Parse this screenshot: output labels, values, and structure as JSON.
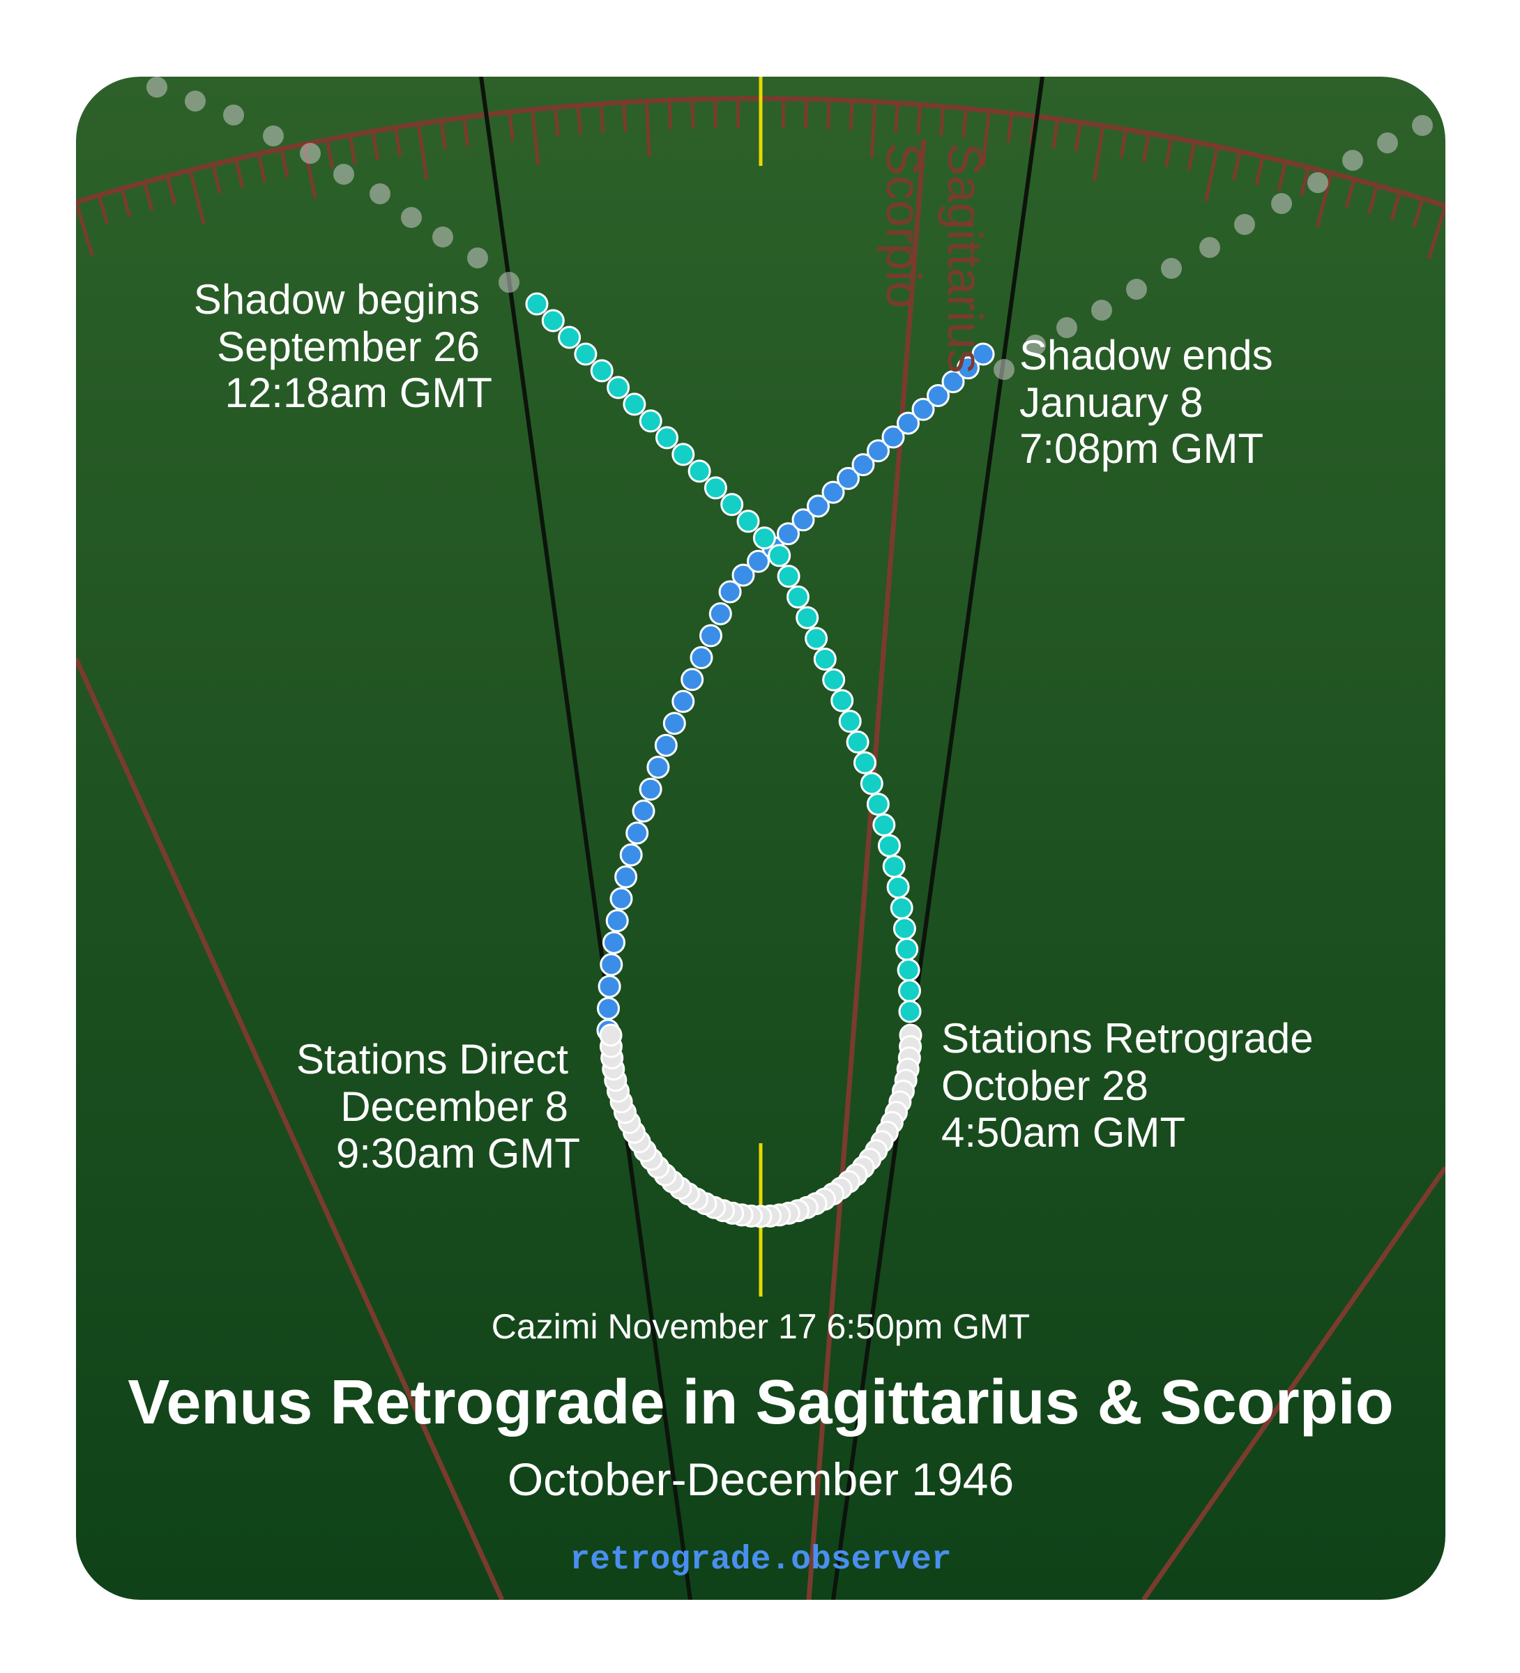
{
  "title": "Venus Retrograde in Sagittarius & Scorpio",
  "subtitle": "October-December 1946",
  "site": "retrograde.observer",
  "cazimi": "Cazimi November 17 6:50pm GMT",
  "signs": {
    "upper": "Sagittarius",
    "lower": "Scorpio"
  },
  "events": {
    "shadow_begins": {
      "line1": "Shadow begins",
      "line2": "September 26",
      "line3": "12:18am GMT"
    },
    "shadow_ends": {
      "line1": "Shadow ends",
      "line2": "January 8",
      "line3": "7:08pm GMT"
    },
    "stations_retrograde": {
      "line1": "Stations Retrograde",
      "line2": "October 28",
      "line3": "4:50am GMT"
    },
    "stations_direct": {
      "line1": "Stations Direct",
      "line2": "December 8",
      "line3": "9:30am GMT"
    }
  },
  "colors": {
    "background_top": "#2d6129",
    "background_bottom": "#0f4218",
    "zodiac_lines": "#7a3b2e",
    "pre_shadow": "#13cfc6",
    "retrograde": "#e6e6e6",
    "post_shadow": "#3a8ee8",
    "cazimi_marker": "#e8d800",
    "site_link": "#4a8ff0"
  }
}
